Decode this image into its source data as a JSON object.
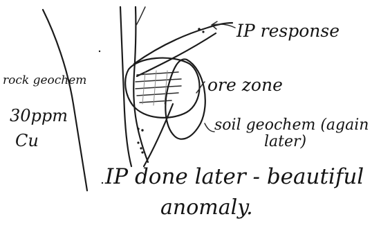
{
  "labels": {
    "ip_response": "IP response",
    "ore_zone": "ore zone",
    "rock_geochem": "rock geochem",
    "rock_geochem_value": "30ppm",
    "rock_geochem_element": "Cu",
    "soil_geochem": "soil geochem (again",
    "soil_geochem_note": "later)",
    "ip_done": "IP done later - beautiful",
    "anomaly": "anomaly."
  },
  "colors": {
    "ink": "#1b1b1b",
    "paper": "#ffffff"
  }
}
